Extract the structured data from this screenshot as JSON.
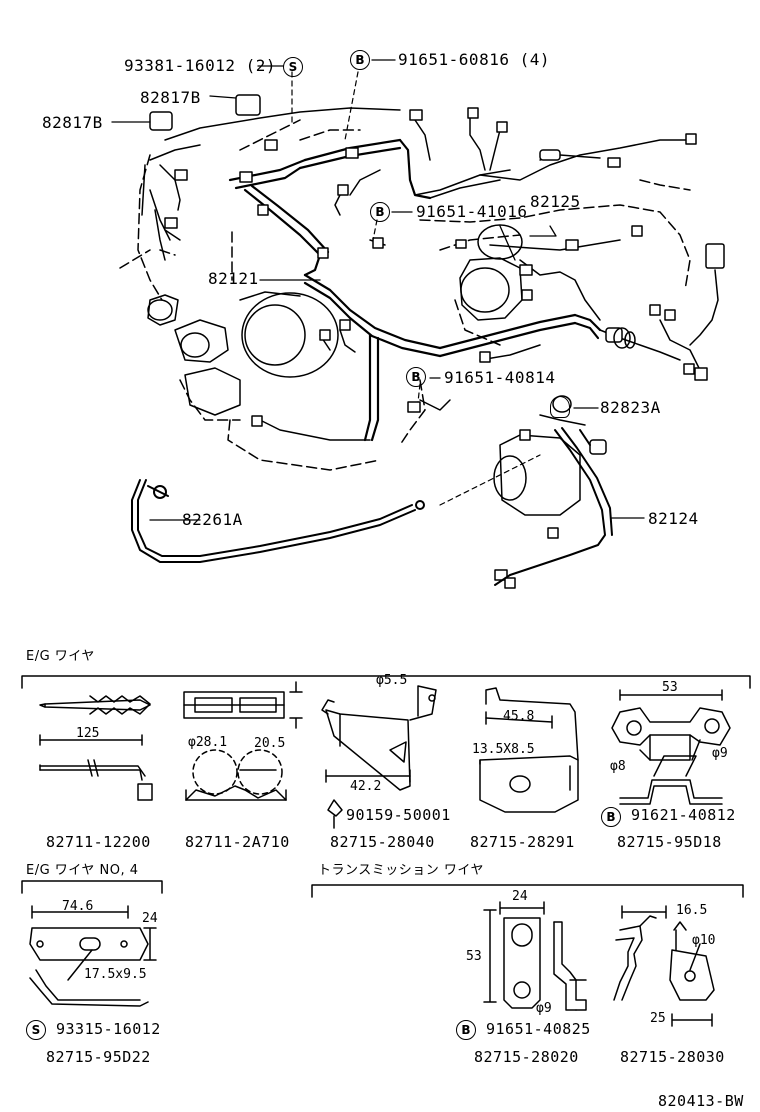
{
  "diagram_code": "820413-BW",
  "callouts": {
    "c_93381": "93381-16012 (2)",
    "c_91651_608": "91651-60816 (4)",
    "c_82817b_1": "82817B",
    "c_82817b_2": "82817B",
    "c_91651_410": "91651-41016",
    "c_82125": "82125",
    "c_82121": "82121",
    "c_91651_408": "91651-40814",
    "c_82823a": "82823A",
    "c_82261a": "82261A",
    "c_82124": "82124"
  },
  "badges": {
    "S": "S",
    "B": "B"
  },
  "sections": {
    "eg_wire": "E/G ワイヤ",
    "eg_wire_no4": "E/G ワイヤ NO, 4",
    "trans_wire": "トランスミッション ワイヤ"
  },
  "parts": {
    "p1": {
      "number": "82711-12200",
      "dims": [
        "125"
      ]
    },
    "p2": {
      "number": "82711-2A710",
      "dims": [
        "φ28.1",
        "20.5"
      ]
    },
    "p3": {
      "number": "82715-28040",
      "dims": [
        "φ5.5",
        "42.2"
      ],
      "bolt": "90159-50001"
    },
    "p4": {
      "number": "82715-28291",
      "dims": [
        "45.8",
        "13.5X8.5"
      ]
    },
    "p5": {
      "number": "82715-95D18",
      "dims": [
        "53",
        "φ8",
        "φ9"
      ],
      "bolt": "91621-40812"
    },
    "p6": {
      "number": "82715-95D22",
      "dims": [
        "74.6",
        "24",
        "17.5x9.5"
      ],
      "bolt": "93315-16012"
    },
    "p7": {
      "number": "82715-28020",
      "dims": [
        "24",
        "53",
        "φ9"
      ],
      "bolt": "91651-40825"
    },
    "p8": {
      "number": "82715-28030",
      "dims": [
        "16.5",
        "φ10",
        "25"
      ]
    }
  }
}
